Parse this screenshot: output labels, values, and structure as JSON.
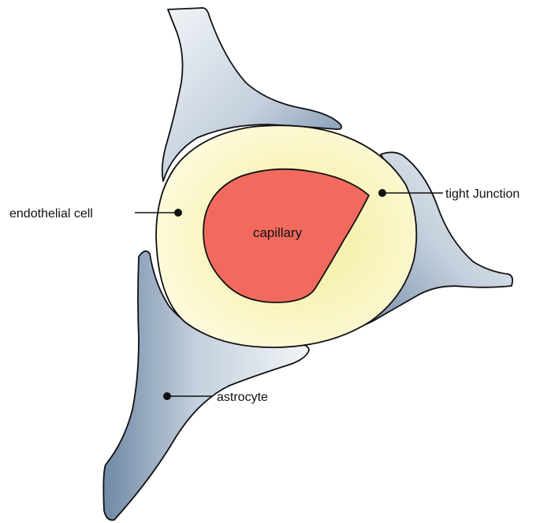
{
  "diagram": {
    "labels": {
      "capillary": "capillary",
      "endothelial_cell": "endothelial cell",
      "tight_junction": "tight Junction",
      "astrocyte": "astrocyte"
    },
    "colors": {
      "background": "#ffffff",
      "astrocyte_fill": "#c4d0dd",
      "astrocyte_shadow": "#6f89a6",
      "endothelial_fill": "#fbf8c8",
      "endothelial_center": "#f6f0a8",
      "capillary_fill": "#f26a5e",
      "outline": "#111111"
    }
  }
}
